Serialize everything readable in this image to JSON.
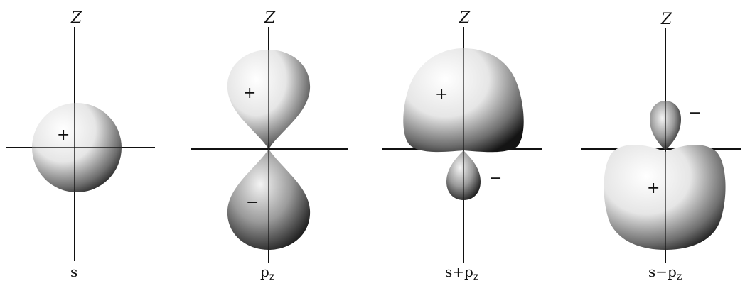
{
  "panels": [
    {
      "axis_label": "Z",
      "caption": "s",
      "lobes": [
        {
          "sign": "+"
        }
      ]
    },
    {
      "axis_label": "Z",
      "caption": "p",
      "caption_sub": "z",
      "lobes": [
        {
          "sign": "+"
        },
        {
          "sign": "−"
        }
      ]
    },
    {
      "axis_label": "Z",
      "caption": "s+p",
      "caption_sub": "z",
      "lobes": [
        {
          "sign": "+"
        },
        {
          "sign": "−"
        }
      ]
    },
    {
      "axis_label": "Z",
      "caption": "s−p",
      "caption_sub": "z",
      "lobes": [
        {
          "sign": "−"
        },
        {
          "sign": "+"
        }
      ]
    }
  ]
}
